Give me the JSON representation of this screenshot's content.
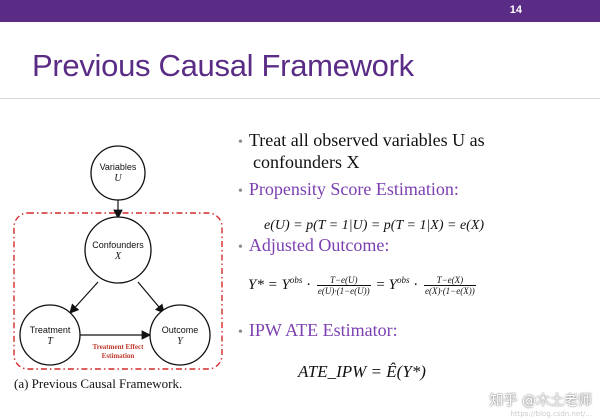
{
  "header": {
    "slide_number": "14",
    "bar_color": "#5b2c86"
  },
  "title": "Previous Causal Framework",
  "diagram": {
    "nodes": {
      "variables": {
        "label": "Variables",
        "symbol": "U"
      },
      "confounders": {
        "label": "Confounders",
        "symbol": "X"
      },
      "treatment": {
        "label": "Treatment",
        "symbol": "T"
      },
      "outcome": {
        "label": "Outcome",
        "symbol": "Y"
      }
    },
    "edge_label_line1": "Treatment Effect",
    "edge_label_line2": "Estimation",
    "caption": "(a) Previous Causal Framework.",
    "box_color": "#d12b2b"
  },
  "bullets": {
    "b1_line1": "Treat all observed variables U as",
    "b1_line2": "confounders X",
    "b2": "Propensity Score Estimation:",
    "b3": "Adjusted Outcome:",
    "b4": "IPW ATE Estimator:",
    "accent_color": "#7b3fb0"
  },
  "formulas": {
    "propensity": "e(U) = p(T = 1|U) = p(T = 1|X) = e(X)",
    "adjusted_lhs": "Y* = Y",
    "obs": "obs",
    "frac1_num": "T−e(U)",
    "frac1_den": "e(U)·(1−e(U))",
    "frac2_num": "T−e(X)",
    "frac2_den": "e(X)·(1−e(X))",
    "ipw": "ATE_IPW = Ê(Y*)"
  },
  "watermark": {
    "text": "知乎 @木土老师",
    "sub": "https://blog.csdn.net/..."
  }
}
